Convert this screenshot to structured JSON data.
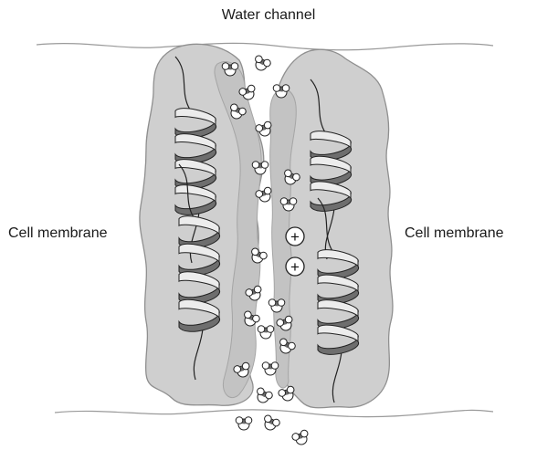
{
  "labels": {
    "top": "Water channel",
    "left": "Cell membrane",
    "right": "Cell membrane"
  },
  "ions": [
    "+",
    "+"
  ],
  "colors": {
    "protein_fill": "#cfcfcf",
    "protein_stroke": "#8f8f8f",
    "protein_inner": "#c3c3c3",
    "helix_light": "#ececec",
    "helix_dark": "#6e6e6e",
    "outline": "#222222",
    "membrane_line": "#9a9a9a"
  },
  "icons": {
    "water": "water-molecule-icon",
    "ion": "positive-ion-icon",
    "helix": "alpha-helix-icon"
  }
}
